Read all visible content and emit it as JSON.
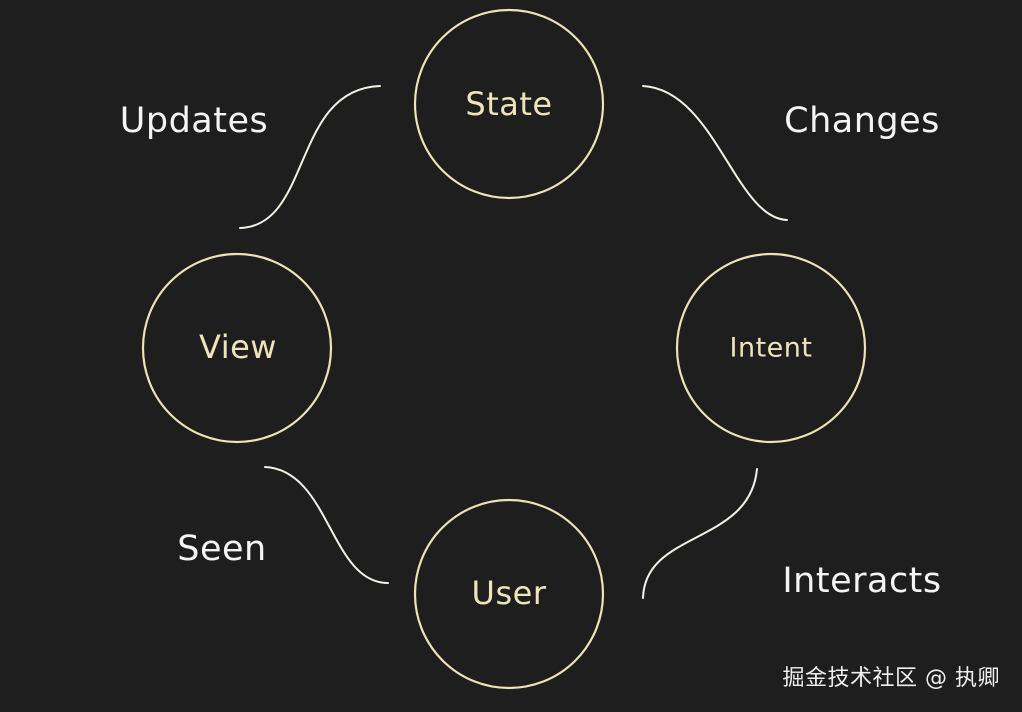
{
  "colors": {
    "background": "#1e1e1e",
    "circle_stroke": "#ece3b6",
    "connector_stroke": "#f3f0e6",
    "node_text": "#ede4bb",
    "edge_text": "#f4f4f4",
    "watermark_text": "#efefef"
  },
  "nodes": {
    "state": "State",
    "intent": "Intent",
    "user": "User",
    "view": "View"
  },
  "edges": {
    "changes": "Changes",
    "interacts": "Interacts",
    "seen": "Seen",
    "updates": "Updates"
  },
  "watermark": "掘金技术社区 @ 执卿"
}
